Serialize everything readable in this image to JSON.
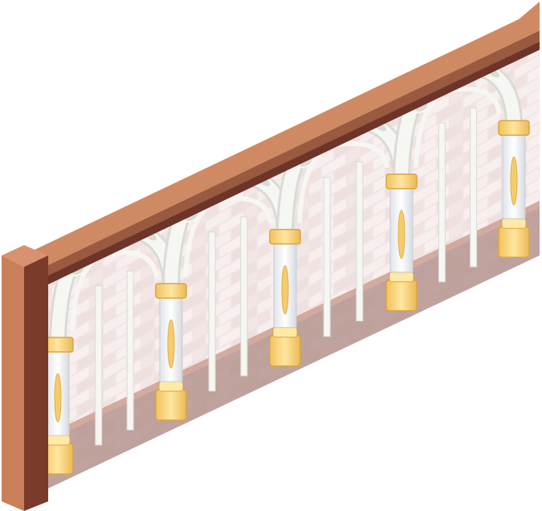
{
  "asset": {
    "kind": "isometric-fence-segment",
    "style": "arched-ornamental-balustrade",
    "arch_count": 4,
    "column_count": 5,
    "colors": {
      "rail_top": "#cf8a63",
      "rail_front": "#b9714f",
      "rail_dark": "#6e3428",
      "post_front": "#c9805a",
      "post_side": "#7a3b2b",
      "post_top": "#d89270",
      "wall_light": "#f3e7e7",
      "wall_mortar": "#d9c6c6",
      "wall_band": "#b99a97",
      "arch_white": "#f6f6f2",
      "arch_shadow": "#d9dbd6",
      "column_gold": "#f4cd6a",
      "column_gold_light": "#ffe9a6",
      "column_body": "#eef0f2"
    }
  }
}
